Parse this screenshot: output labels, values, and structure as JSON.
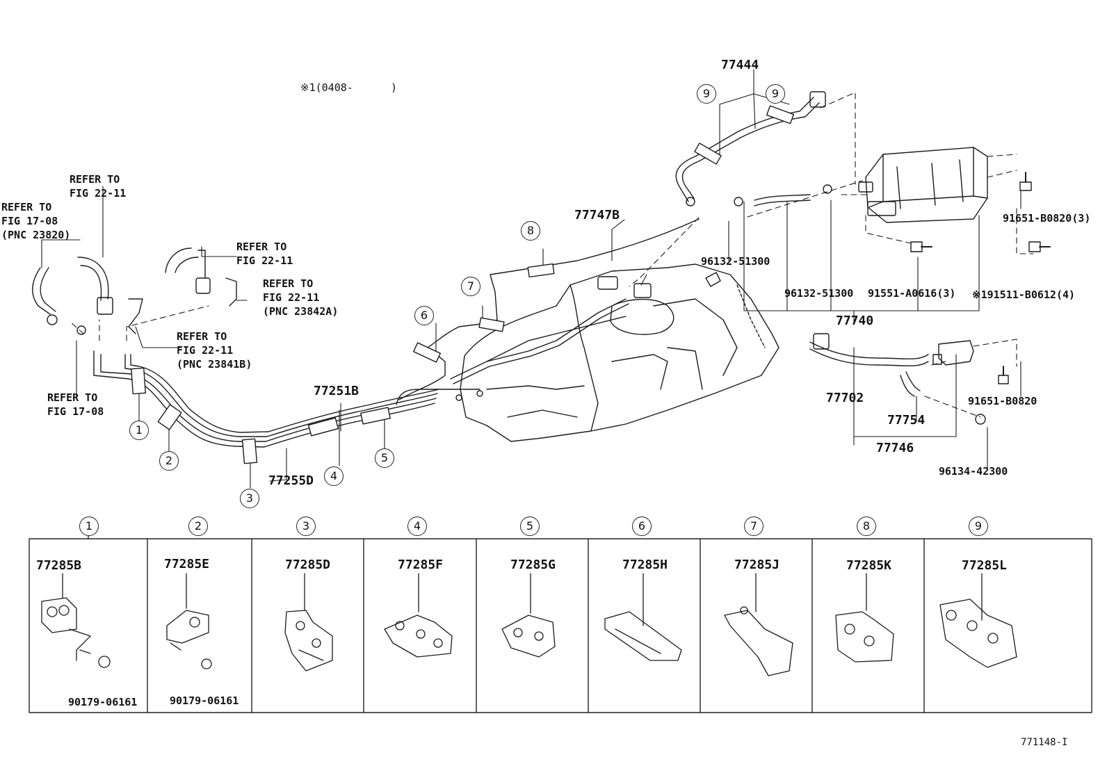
{
  "note": "※1(0408-      )",
  "callouts": [
    "1",
    "2",
    "3",
    "4",
    "5",
    "6",
    "7",
    "8",
    "9"
  ],
  "refs": {
    "r1": "REFER TO\nFIG 17-08\n(PNC 23820)",
    "r2": "REFER TO\nFIG 22-11",
    "r3": "REFER TO\nFIG 22-11",
    "r4": "REFER TO\nFIG 22-11\n(PNC 23842A)",
    "r5": "REFER TO\nFIG 22-11\n(PNC 23841B)",
    "r6": "REFER TO\nFIG 17-08"
  },
  "parts": {
    "p77444": "77444",
    "p77747B": "77747B",
    "p77251B": "77251B",
    "p77255D": "77255D",
    "p96132a": "96132-51300",
    "p96132b": "96132-51300",
    "p91551": "91551-A0616(3)",
    "p91511": "※191511-B0612(4)",
    "p91651a": "91651-B0820(3)",
    "p77740": "77740",
    "p77702": "77702",
    "p77754": "77754",
    "p77746": "77746",
    "p91651b": "91651-B0820",
    "p96134": "96134-42300"
  },
  "clamps": [
    {
      "num": "1",
      "part": "77285B",
      "extra": "90179-06161"
    },
    {
      "num": "2",
      "part": "77285E",
      "extra": "90179-06161"
    },
    {
      "num": "3",
      "part": "77285D",
      "extra": ""
    },
    {
      "num": "4",
      "part": "77285F",
      "extra": ""
    },
    {
      "num": "5",
      "part": "77285G",
      "extra": ""
    },
    {
      "num": "6",
      "part": "77285H",
      "extra": ""
    },
    {
      "num": "7",
      "part": "77285J",
      "extra": ""
    },
    {
      "num": "8",
      "part": "77285K",
      "extra": ""
    },
    {
      "num": "9",
      "part": "77285L",
      "extra": ""
    }
  ],
  "doc_id": "771148-I"
}
